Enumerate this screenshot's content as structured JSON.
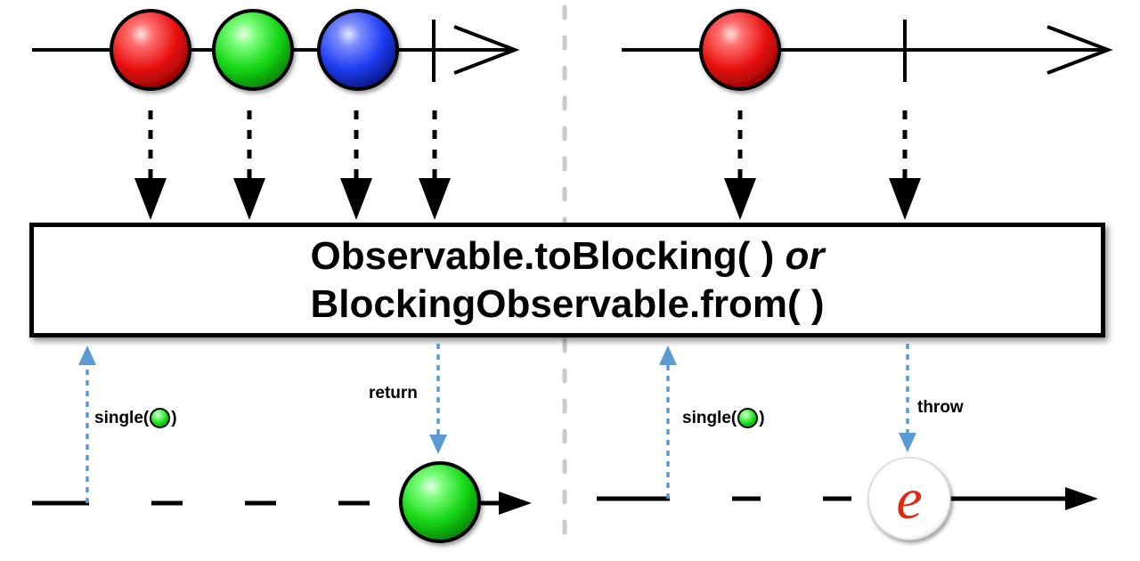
{
  "operator": {
    "line1_main": "Observable.toBlocking( )",
    "line1_or": "or",
    "line2": "BlockingObservable.from( )"
  },
  "left_panel": {
    "input_items": [
      {
        "color": "red"
      },
      {
        "color": "green"
      },
      {
        "color": "blue"
      }
    ],
    "call_label_prefix": "single(",
    "call_label_suffix": ")",
    "return_label": "return",
    "result_item": {
      "color": "green"
    }
  },
  "right_panel": {
    "input_items": [
      {
        "color": "red"
      }
    ],
    "call_label_prefix": "single(",
    "call_label_suffix": ")",
    "throw_label": "throw",
    "error_symbol": "e"
  },
  "colors": {
    "red": "#e8110f",
    "green": "#14d614",
    "blue": "#1e3cf0",
    "error_text": "#e02810",
    "dotted_blue": "#5b9bd5"
  }
}
